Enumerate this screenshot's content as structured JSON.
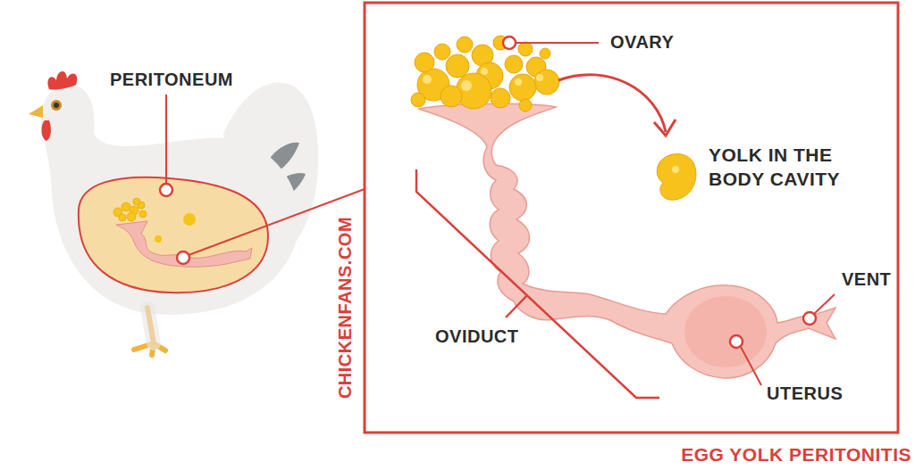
{
  "diagram": {
    "caption": "EGG YOLK PERITONITIS",
    "labels": [
      "PERITONEUM",
      "OVARY",
      "YOLK IN THE BODY CAVITY",
      "VENT",
      "OVIDUCT",
      "UTERUS",
      "CHICKENFANS.COM"
    ]
  }
}
